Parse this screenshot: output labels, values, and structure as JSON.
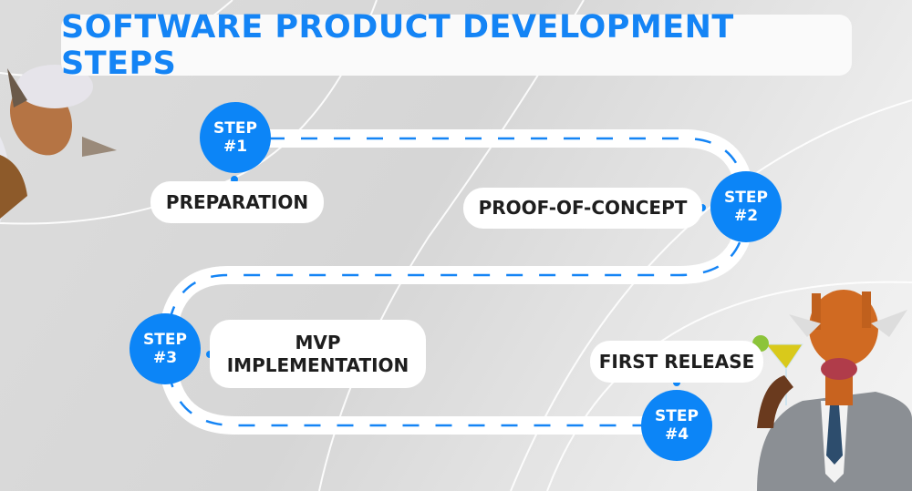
{
  "title": "SOFTWARE PRODUCT DEVELOPMENT STEPS",
  "steps": [
    {
      "badge_word": "STEP",
      "badge_num": "#1",
      "label": "PREPARATION"
    },
    {
      "badge_word": "STEP",
      "badge_num": "#2",
      "label": "PROOF-OF-CONCEPT"
    },
    {
      "badge_word": "STEP",
      "badge_num": "#3",
      "label_line1": "MVP",
      "label_line2": "IMPLEMENTATION"
    },
    {
      "badge_word": "STEP",
      "badge_num": "#4",
      "label": "FIRST RELEASE"
    }
  ],
  "colors": {
    "accent": "#0c85f7",
    "title": "#1484f5",
    "road": "#ffffff"
  }
}
